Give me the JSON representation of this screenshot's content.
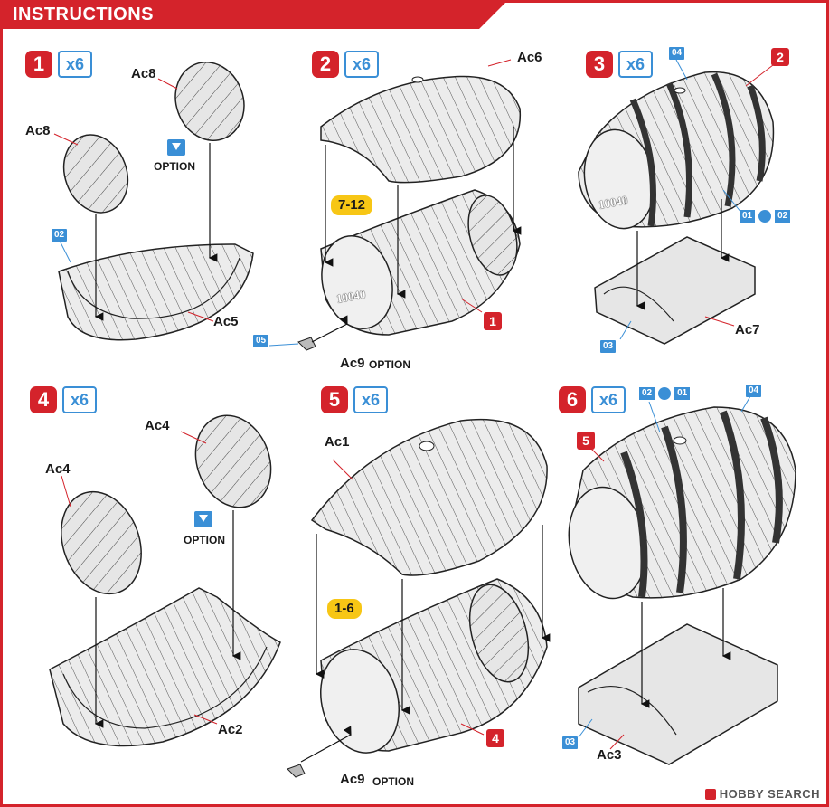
{
  "header": {
    "title": "INSTRUCTIONS"
  },
  "steps": [
    {
      "num": "1",
      "qty": "x6"
    },
    {
      "num": "2",
      "qty": "x6"
    },
    {
      "num": "3",
      "qty": "x6"
    },
    {
      "num": "4",
      "qty": "x6"
    },
    {
      "num": "5",
      "qty": "x6"
    },
    {
      "num": "6",
      "qty": "x6"
    }
  ],
  "parts": {
    "ac8a": "Ac8",
    "ac8b": "Ac8",
    "ac5": "Ac5",
    "ac6": "Ac6",
    "ac7": "Ac7",
    "ac9a": "Ac9",
    "ac4a": "Ac4",
    "ac4b": "Ac4",
    "ac2": "Ac2",
    "ac1": "Ac1",
    "ac9b": "Ac9",
    "ac3": "Ac3"
  },
  "options": {
    "o1": "OPTION",
    "o2": "OPTION",
    "o3": "OPTION",
    "o4": "OPTION"
  },
  "tags": {
    "b02_s1": "02",
    "b05_s2": "05",
    "b04_s3": "04",
    "b01_s3": "01",
    "b02_s3": "02",
    "b03_s3": "03",
    "b02_s6": "02",
    "b01_s6": "01",
    "b04_s6": "04",
    "b03_s6": "03"
  },
  "ref_steps": {
    "s2_ref": "1",
    "s3_ref": "2",
    "s5_ref": "4",
    "s6_ref": "5"
  },
  "decals": {
    "d1": "7-12",
    "d2": "1-6"
  },
  "barrel_marks": {
    "m1": "10040",
    "m2": "10040"
  },
  "watermark": "HOBBY SEARCH",
  "colors": {
    "accent_red": "#d4232b",
    "accent_blue": "#3a8fd6",
    "decal_yellow": "#f7c615"
  }
}
